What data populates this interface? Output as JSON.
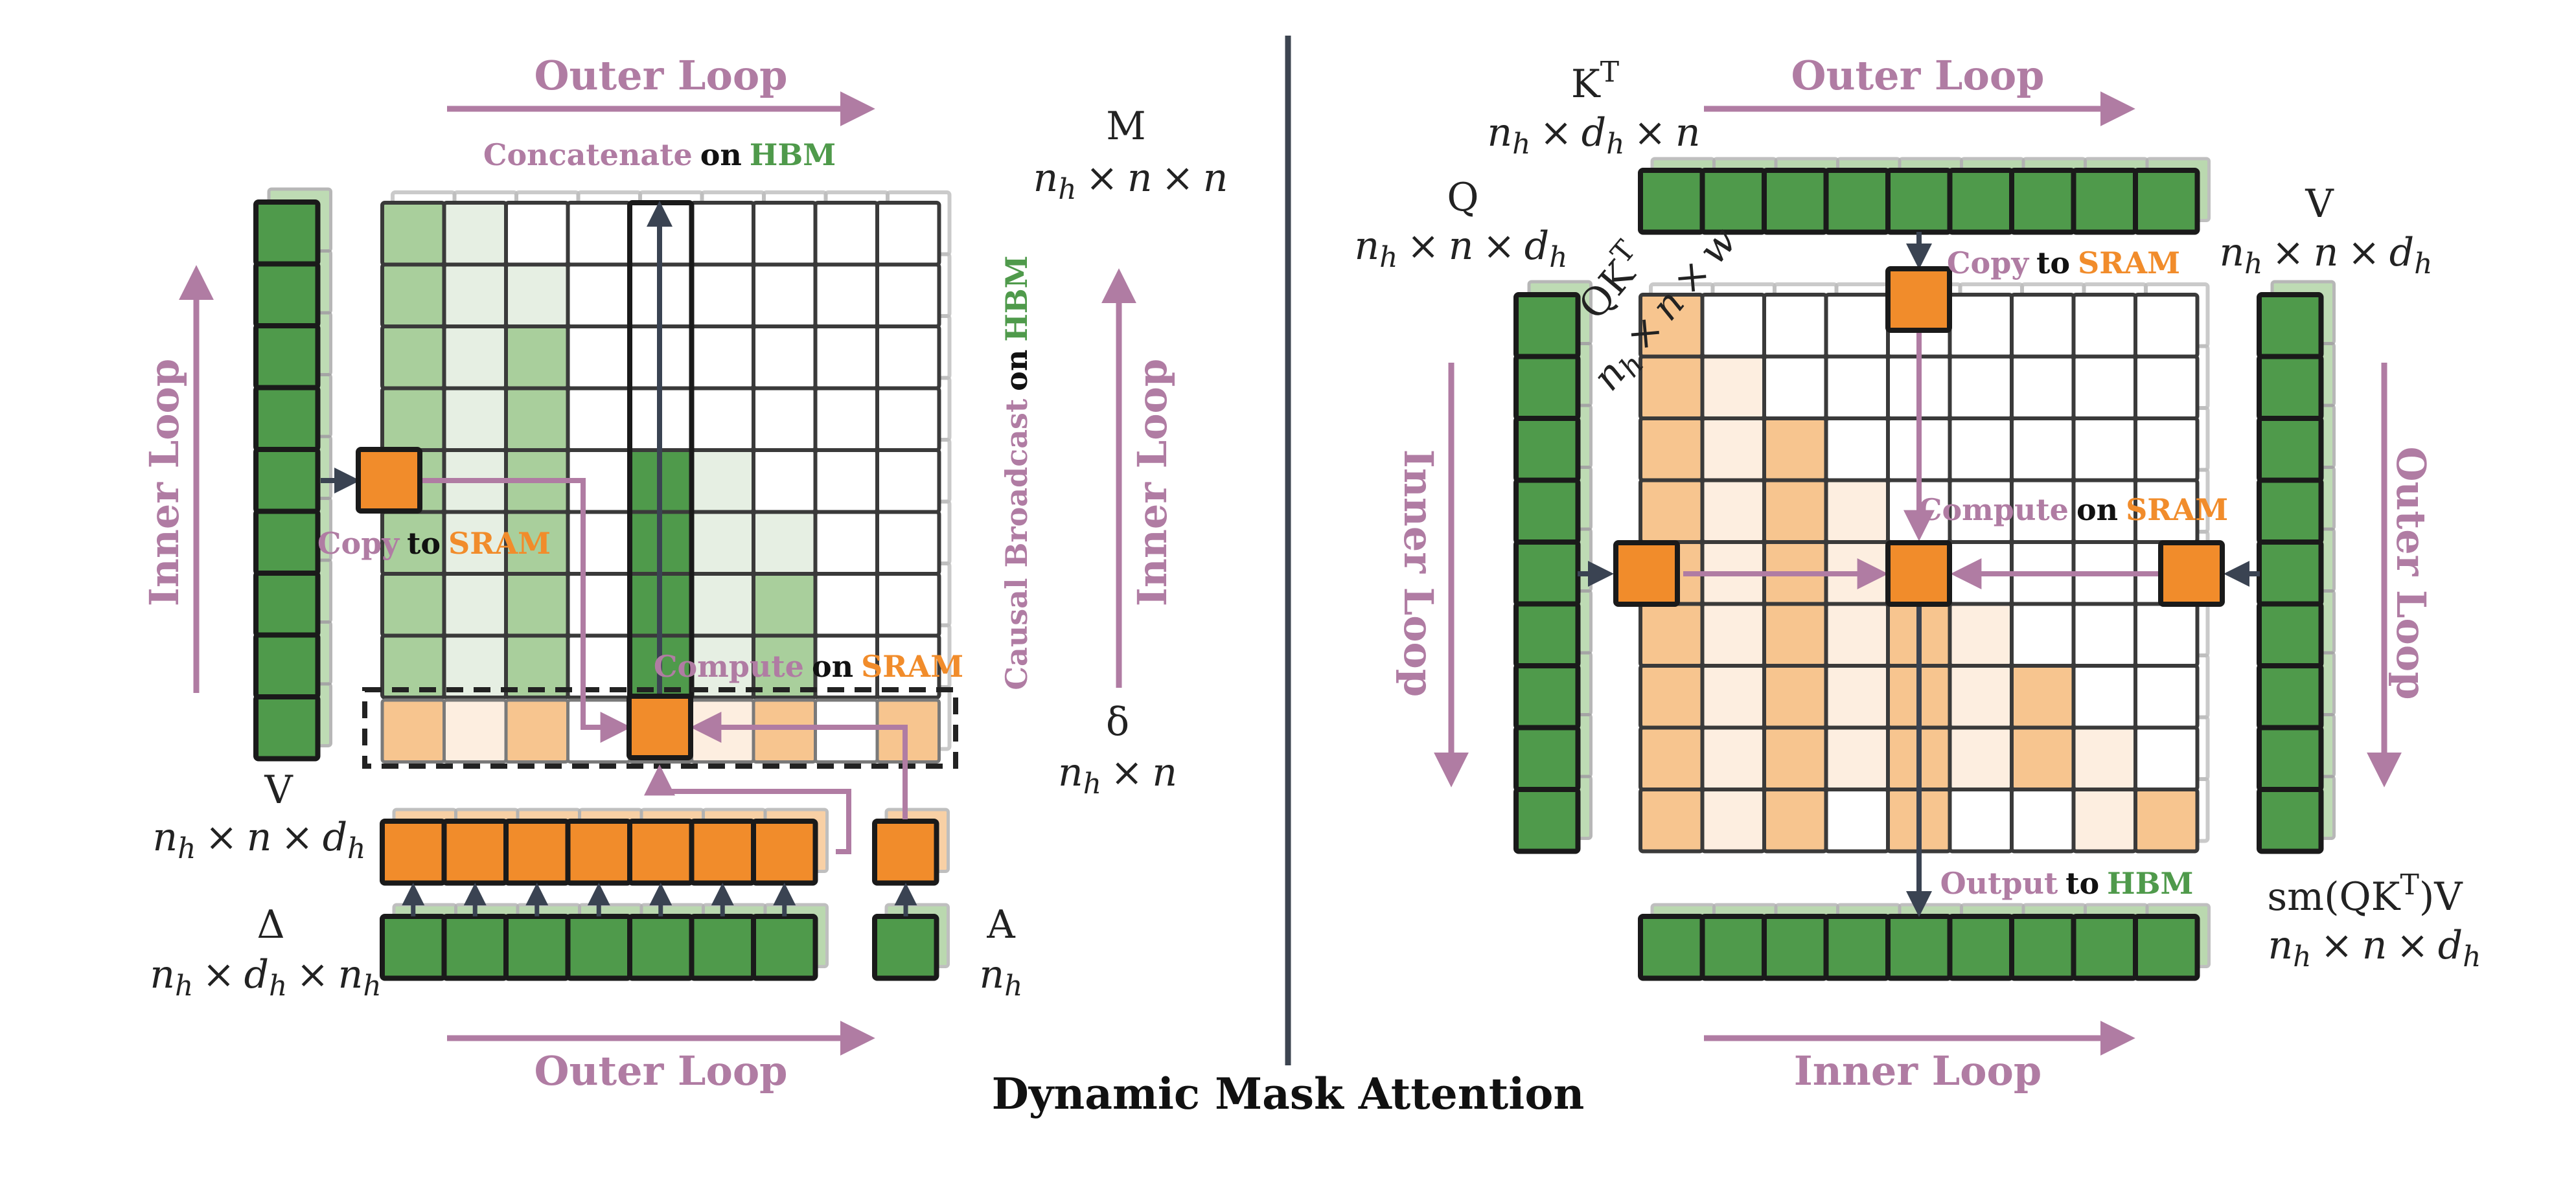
{
  "title": "Dynamic Mask Attention",
  "colors": {
    "green": "#4f9a4b",
    "green_light": "#a9cf9c",
    "orange": "#f18c2b",
    "orange_light": "#f7c58f",
    "purple": "#b07ca3",
    "grid": "#3a3a3a",
    "divider": "#3c4450"
  },
  "left": {
    "outer_loop_top": "Outer Loop",
    "outer_loop_bottom": "Outer Loop",
    "inner_loop_left": "Inner Loop",
    "inner_loop_right": "Inner Loop",
    "concat": {
      "verb": "Concatenate",
      "on": "on",
      "mem": "HBM"
    },
    "causal": {
      "verb": "Causal Broadcast",
      "on": "on",
      "mem": "HBM"
    },
    "copy": {
      "verb": "Copy",
      "on": "to",
      "mem": "SRAM"
    },
    "compute": {
      "verb": "Compute",
      "on": "on",
      "mem": "SRAM"
    },
    "M": {
      "name": "M",
      "a": "n",
      "as": "h",
      "x1": "×",
      "b": "n",
      "x2": "×",
      "c": "n"
    },
    "delta_small": {
      "name": "δ",
      "a": "n",
      "as": "h",
      "x1": "×",
      "b": "n"
    },
    "V": {
      "name": "V",
      "a": "n",
      "as": "h",
      "x1": "×",
      "b": "n",
      "x2": "×",
      "c": "d",
      "cs": "h"
    },
    "Delta": {
      "name": "Δ",
      "a": "n",
      "as": "h",
      "x1": "×",
      "b": "d",
      "bs": "h",
      "x2": "×",
      "c": "n",
      "cs": "h"
    },
    "A": {
      "name": "A",
      "a": "n",
      "as": "h"
    }
  },
  "right": {
    "outer_loop_top": "Outer Loop",
    "inner_loop_bottom": "Inner Loop",
    "inner_loop_left": "Inner Loop",
    "outer_loop_right": "Outer Loop",
    "copy": {
      "verb": "Copy",
      "on": "to",
      "mem": "SRAM"
    },
    "compute": {
      "verb": "Compute",
      "on": "on",
      "mem": "SRAM"
    },
    "output": {
      "verb": "Output",
      "on": "to",
      "mem": "HBM"
    },
    "KT": {
      "name": "K",
      "sup": "T",
      "a": "n",
      "as": "h",
      "x1": "×",
      "b": "d",
      "bs": "h",
      "x2": "×",
      "c": "n"
    },
    "Q": {
      "name": "Q",
      "a": "n",
      "as": "h",
      "x1": "×",
      "b": "n",
      "x2": "×",
      "c": "d",
      "cs": "h"
    },
    "V": {
      "name": "V",
      "a": "n",
      "as": "h",
      "x1": "×",
      "b": "n",
      "x2": "×",
      "c": "d",
      "cs": "h"
    },
    "QKT": {
      "name": "QK",
      "sup": "T",
      "a": "n",
      "as": "h",
      "x1": "×",
      "b": "n",
      "x2": "×",
      "c": "w"
    },
    "out": {
      "name": "sm(QK",
      "sup": "T",
      "tail": ")V",
      "a": "n",
      "as": "h",
      "x1": "×",
      "b": "n",
      "x2": "×",
      "c": "d",
      "cs": "h"
    }
  }
}
